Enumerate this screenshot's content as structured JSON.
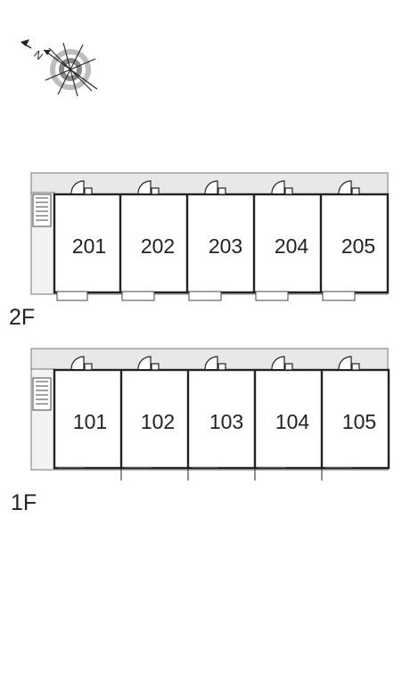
{
  "compass": {
    "icon": "compass-north-icon",
    "letter": "N"
  },
  "floors": [
    {
      "label": "2F",
      "units": [
        "201",
        "202",
        "203",
        "204",
        "205"
      ]
    },
    {
      "label": "1F",
      "units": [
        "101",
        "102",
        "103",
        "104",
        "105"
      ]
    }
  ],
  "colors": {
    "wall": "#222222",
    "corridor": "#e8e8e8",
    "outline": "#777777"
  }
}
